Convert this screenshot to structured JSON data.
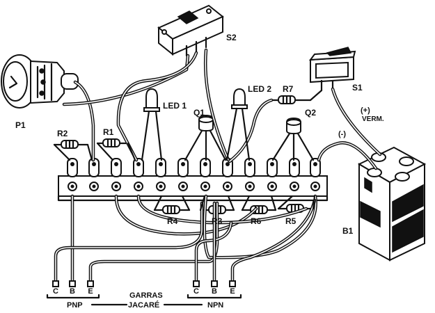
{
  "labels": {
    "p1": "P1",
    "s2": "S2",
    "s1": "S1",
    "led1": "LED 1",
    "led2": "LED 2",
    "q1": "Q1",
    "q2": "Q2",
    "r1": "R1",
    "r2": "R2",
    "r3": "R3",
    "r4": "R4",
    "r5": "R5",
    "r6": "R6",
    "r7": "R7",
    "b1": "B1",
    "plus_verm": "(+)",
    "verm": "VERM.",
    "minus": "(-)",
    "pnp": "PNP",
    "npn": "NPN",
    "garras": "GARRAS",
    "jacare": "JACARÉ",
    "pnp_c": "C",
    "pnp_b": "B",
    "pnp_e": "E",
    "npn_c": "C",
    "npn_b": "B",
    "npn_e": "E"
  }
}
